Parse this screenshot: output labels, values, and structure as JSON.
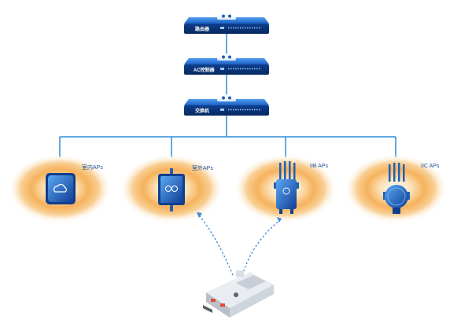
{
  "devices": {
    "router": {
      "label": "路由器"
    },
    "ac_controller": {
      "label": "AC控制器"
    },
    "switch": {
      "label": "交换机"
    }
  },
  "aps": [
    {
      "label": "室内APs"
    },
    {
      "label": "室外APs"
    },
    {
      "label": "IIB APs"
    },
    {
      "label": "IIC APs"
    }
  ],
  "colors": {
    "link": "#2f8bd8",
    "device_body": "#1f5fb8",
    "halo": "#f6a23c",
    "wireless_link": "#3a88d8"
  },
  "icons": [
    "cloud-icon",
    "wifi-rings-icon",
    "robot-vehicle"
  ]
}
